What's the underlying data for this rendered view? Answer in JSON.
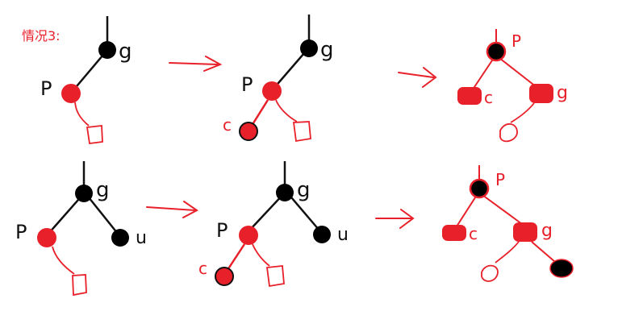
{
  "case_title": "情况3:",
  "colors": {
    "red": "#e8202a",
    "black": "#000000",
    "ink": "#111111"
  },
  "labels": {
    "g": "g",
    "p": "P",
    "c": "c",
    "u": "u"
  },
  "arrow_icon": "hand-drawn-right-arrow-icon",
  "subtree_icon": "hand-drawn-subtree-placeholder-icon"
}
